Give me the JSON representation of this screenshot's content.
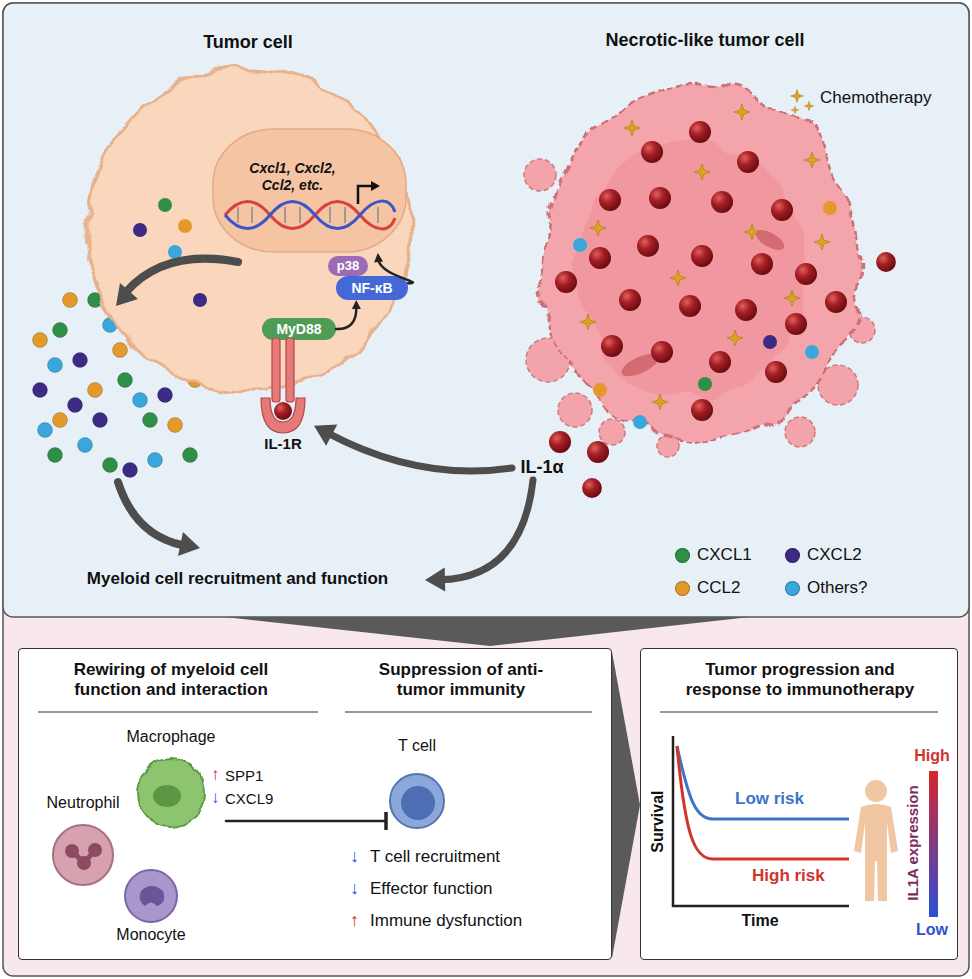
{
  "diagram": {
    "nodes": [
      {
        "text": [
          "Tumor cell"
        ]
      },
      {
        "text": [
          "Cxcl1, Cxcl2, Ccl2, etc."
        ],
        "in": 0
      },
      {
        "text": [
          "p38"
        ],
        "in": 0
      },
      {
        "text": [
          "NF-κB"
        ],
        "in": 0
      },
      {
        "text": [
          "MyD88"
        ],
        "in": 0
      },
      {
        "text": [
          "IL-1R"
        ]
      },
      {
        "text": [
          "Necrotic-like tumor cell"
        ]
      },
      {
        "text": [
          "IL-1α"
        ]
      },
      {
        "text": [
          "Myeloid cell recruitment and function"
        ]
      },
      {
        "text": [
          "Rewiring of myeloid cell function and interaction",
          "Suppression of anti-tumor immunity"
        ]
      },
      {
        "text": [
          "Macrophage"
        ],
        "in": 9
      },
      {
        "text": [
          "Neutrophil"
        ],
        "in": 9
      },
      {
        "text": [
          "Monocyte"
        ],
        "in": 9
      },
      {
        "text": [
          "T cell"
        ],
        "in": 9
      },
      {
        "text": [
          "Tumor progression and response to immunotherapy"
        ]
      }
    ],
    "edges": [
      {
        "from": 7,
        "to": 5,
        "arrow": "to"
      },
      {
        "from": 7,
        "to": 8,
        "arrow": "to"
      },
      {
        "from": 4,
        "to": 3,
        "arrow": "to"
      },
      {
        "from": 3,
        "to": 1,
        "arrow": "to"
      },
      {
        "from": 10,
        "to": 13,
        "arrow": "to"
      }
    ],
    "labels": [
      "Chemotherapy",
      "↑",
      "SPP1",
      "↓",
      "CXCL9",
      "↓",
      "T cell recruitment",
      "↓",
      "Effector function",
      "↑",
      "Immune dysfunction",
      "Survival",
      "Time",
      "Low risk",
      "High risk",
      "High",
      "IL1A expression",
      "Low"
    ],
    "legend": [
      {
        "text": "CXCL1",
        "color": "#2f8f46"
      },
      {
        "text": "CXCL2",
        "color": "#3d2a85"
      },
      {
        "text": "CCL2",
        "color": "#e39a2a"
      },
      {
        "text": "Others?",
        "color": "#3aa7dc"
      }
    ]
  }
}
